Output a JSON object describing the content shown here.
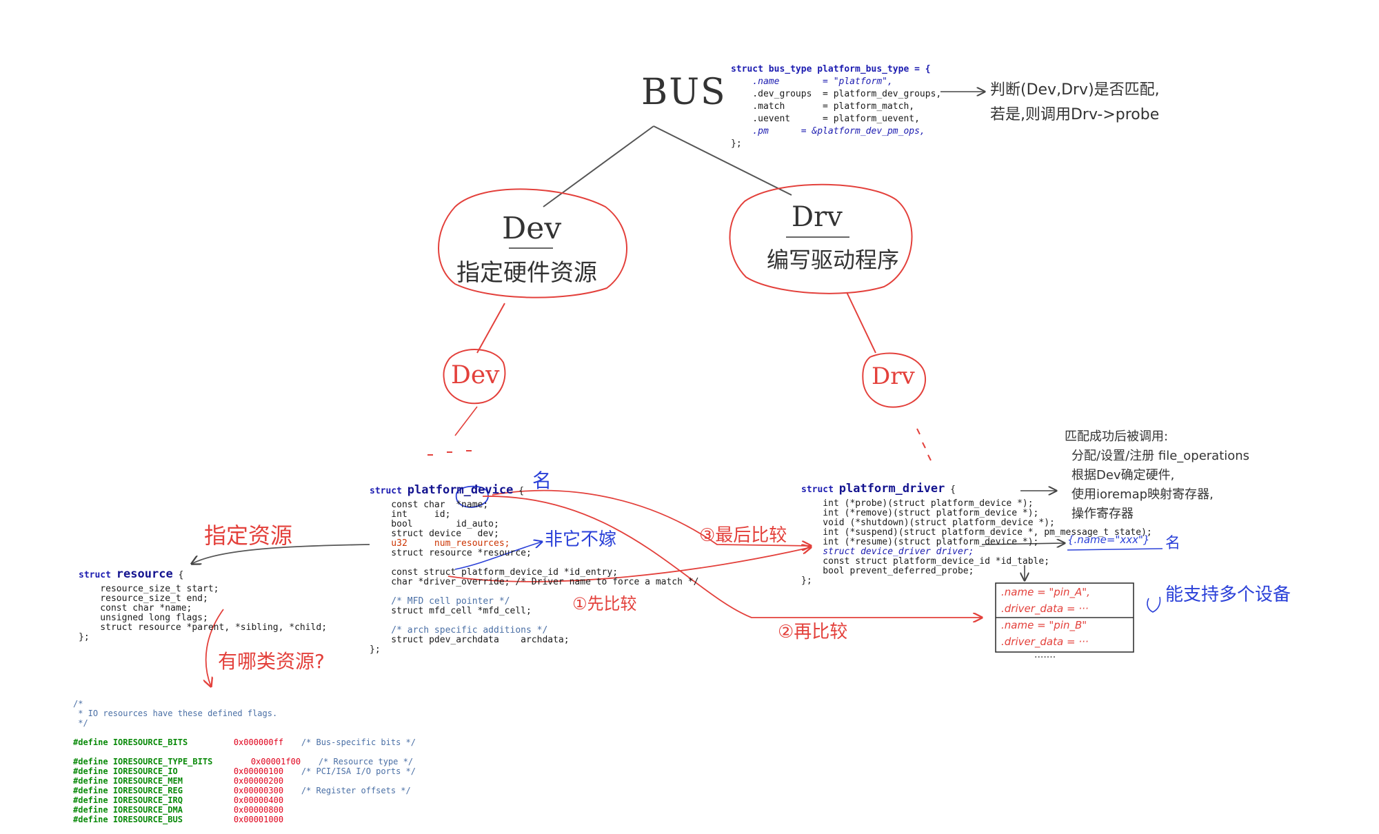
{
  "colors": {
    "ink_black": "#333333",
    "ink_red": "#e3403b",
    "ink_blue": "#2a40d8",
    "code_keyword": "#1b1bb0",
    "code_define": "#0a8a0a",
    "code_hex": "#e0001b"
  },
  "tree": {
    "root": "BUS",
    "dev_title": "Dev",
    "dev_desc": "指定硬件资源",
    "drv_title": "Drv",
    "drv_desc": "编写驱动程序",
    "dev_small": "Dev",
    "drv_small": "Drv"
  },
  "bus_struct": {
    "lines": [
      "struct bus_type platform_bus_type = {",
      "    .name        = \"platform\",",
      "    .dev_groups  = platform_dev_groups,",
      "    .match       = platform_match,",
      "    .uevent      = platform_uevent,",
      "    .pm      = &platform_dev_pm_ops,",
      "};"
    ],
    "note_line1": "判断(Dev,Drv)是否匹配,",
    "note_line2": "若是,则调用Drv->probe"
  },
  "platform_device": {
    "header_prefix": "struct ",
    "header_name": "platform_device",
    "header_suffix": " {",
    "lines": [
      "    const char  *name;",
      "    int     id;",
      "    bool        id_auto;",
      "    struct device   dev;",
      "    u32     num_resources;",
      "    struct resource *resource;",
      "",
      "    const struct platform_device_id *id_entry;",
      "    char *driver_override; /* Driver name to force a match */",
      "",
      "    /* MFD cell pointer */",
      "    struct mfd_cell *mfd_cell;",
      "",
      "    /* arch specific additions */",
      "    struct pdev_archdata    archdata;",
      "};"
    ]
  },
  "platform_driver": {
    "header_prefix": "struct ",
    "header_name": "platform_driver",
    "header_suffix": " {",
    "lines": [
      "    int (*probe)(struct platform_device *);",
      "    int (*remove)(struct platform_device *);",
      "    void (*shutdown)(struct platform_device *);",
      "    int (*suspend)(struct platform_device *, pm_message_t state);",
      "    int (*resume)(struct platform_device *);",
      "    struct device_driver driver;",
      "    const struct platform_device_id *id_table;",
      "    bool prevent_deferred_probe;",
      "};"
    ]
  },
  "resource_struct": {
    "header_prefix": "struct ",
    "header_name": "resource",
    "header_suffix": " {",
    "lines": [
      "    resource_size_t start;",
      "    resource_size_t end;",
      "    const char *name;",
      "    unsigned long flags;",
      "    struct resource *parent, *sibling, *child;",
      "};"
    ]
  },
  "io_defines": {
    "comment": [
      "/*",
      " * IO resources have these defined flags.",
      " */"
    ],
    "rows": [
      {
        "name": "IORESOURCE_BITS",
        "value": "0x000000ff",
        "comment": "/* Bus-specific bits */"
      },
      {
        "name": "",
        "value": "",
        "comment": ""
      },
      {
        "name": "IORESOURCE_TYPE_BITS",
        "value": "0x00001f00",
        "comment": "/* Resource type */"
      },
      {
        "name": "IORESOURCE_IO",
        "value": "0x00000100",
        "comment": "/* PCI/ISA I/O ports */"
      },
      {
        "name": "IORESOURCE_MEM",
        "value": "0x00000200",
        "comment": ""
      },
      {
        "name": "IORESOURCE_REG",
        "value": "0x00000300",
        "comment": "/* Register offsets */"
      },
      {
        "name": "IORESOURCE_IRQ",
        "value": "0x00000400",
        "comment": ""
      },
      {
        "name": "IORESOURCE_DMA",
        "value": "0x00000800",
        "comment": ""
      },
      {
        "name": "IORESOURCE_BUS",
        "value": "0x00001000",
        "comment": ""
      }
    ],
    "define_keyword": "#define"
  },
  "annotations": {
    "name_note": "名",
    "assign_resource": "指定资源",
    "not_empty": "非它不嫁",
    "first_compare": "①先比较",
    "second_compare": "②再比较",
    "third_compare": "③最后比较",
    "which_resources": "有哪类资源?",
    "probe_note": [
      "匹配成功后被调用:",
      "分配/设置/注册 file_operations",
      "根据Dev确定硬件,",
      "使用ioremap映射寄存器,",
      "操作寄存器"
    ],
    "id_table_inline": "{.name=\"xxx\"}",
    "id_table_name": "名",
    "multi_device": "能支持多个设备"
  },
  "id_table_box": {
    "rows": [
      {
        "name_line": ".name = \"pin_A\",",
        "data_line": ".driver_data = ···"
      },
      {
        "name_line": ".name = \"pin_B\"",
        "data_line": ".driver_data = ···"
      }
    ],
    "more": "·······"
  }
}
